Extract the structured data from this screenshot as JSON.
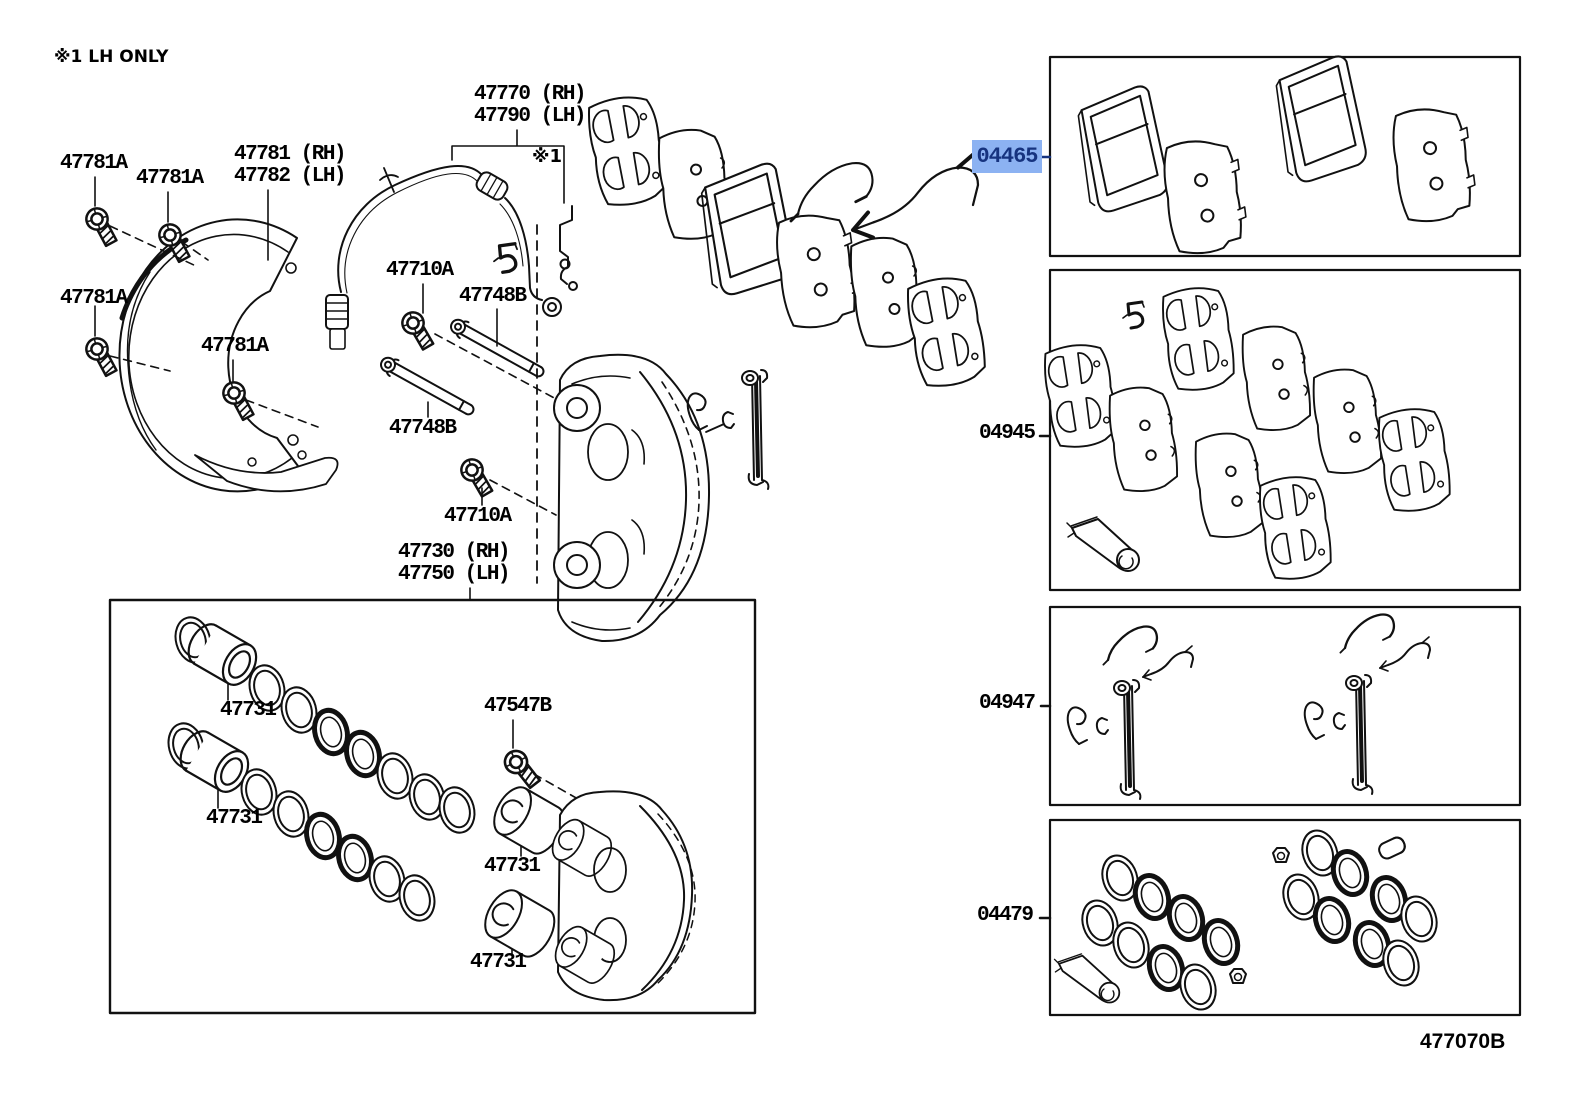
{
  "diagram": {
    "note": "※1 LH ONLY",
    "figure_code": "477070B",
    "selected_part": "04465",
    "highlight_style": "background:#8cb2f2;color:#16337f",
    "colors": {
      "highlight_bg": "#8cb2f2",
      "highlight_text": "#16337f",
      "line": "#111111",
      "background": "#ffffff"
    },
    "callouts": {
      "dust_shield_bolt": "47781A",
      "dust_shield_rh": "47781 (RH)",
      "dust_shield_lh": "47782 (LH)",
      "wear_indicator_rh": "47770 (RH)",
      "wear_indicator_lh": "47790 (LH)",
      "ref_mark": "※1",
      "caliper_mount_bolt": "47710A",
      "slide_bushing": "47748B",
      "caliper_assy_rh": "47730 (RH)",
      "caliper_assy_lh": "47750 (LH)",
      "piston": "47731",
      "bleeder_plug": "47547B",
      "pad_kit": "04465",
      "shim_kit": "04945",
      "fitting_kit": "04947",
      "cylinder_kit": "04479"
    }
  }
}
